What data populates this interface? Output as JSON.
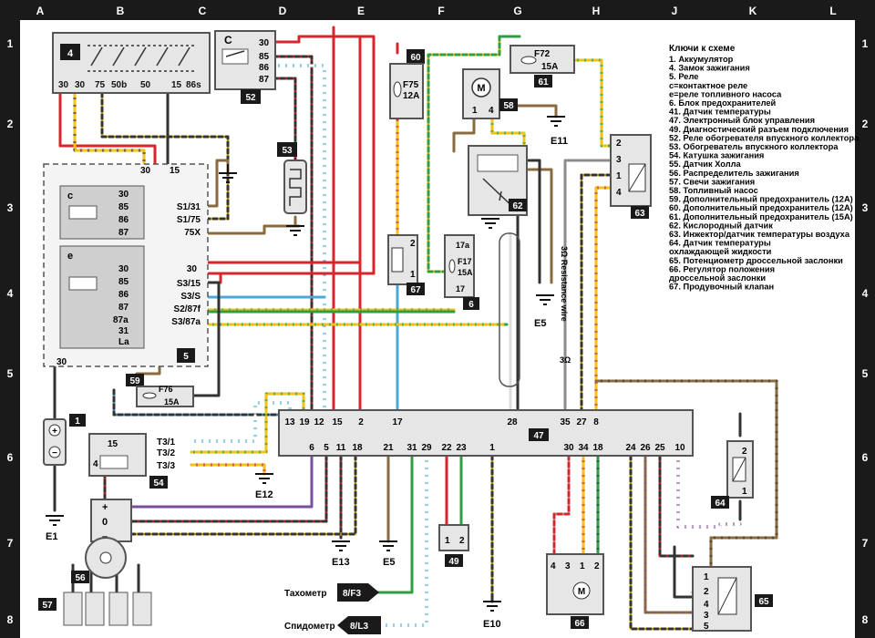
{
  "grid": {
    "columns": [
      "A",
      "B",
      "C",
      "D",
      "E",
      "F",
      "G",
      "H",
      "J",
      "K",
      "L"
    ],
    "rows": [
      "1",
      "2",
      "3",
      "4",
      "5",
      "6",
      "7",
      "8"
    ]
  },
  "legend": {
    "title": "Ключи к схеме",
    "items": [
      "1. Аккумулятор",
      "4. Замок зажигания",
      "5. Реле",
      "c=контактное реле",
      "e=реле топливного насоса",
      "6. Блок предохранителей",
      "41. Датчик температуры",
      "47. Электронный блок управления",
      "49. Диагностический разъем подключения",
      "52. Реле обогревателя впускного коллектора",
      "53. Обогреватель впускного коллектора",
      "54. Катушка зажигания",
      "55. Датчик Холла",
      "56. Распределитель зажигания",
      "57. Свечи зажигания",
      "58. Топливный насос",
      "59. Дополнительный предохранитель (12А)",
      "60. Дополнительный предохранитель (12А)",
      "61. Дополнительный предохранитель (15А)",
      "62. Кислородный датчик",
      "63. Инжектор/датчик температуры воздуха",
      "64. Датчик температуры",
      "охлаждающей жидкости",
      "65. Потенциометр дроссельной заслонки",
      "66. Регулятор положения",
      "дроссельной заслонки",
      "67. Продувочный клапан"
    ]
  },
  "components": {
    "c1": "1",
    "c4": "4",
    "c5": "5",
    "c6": "6",
    "c47": "47",
    "c49": "49",
    "c52": "52",
    "c53": "53",
    "c54": "54",
    "c56": "56",
    "c57": "57",
    "c58": "58",
    "c59": "59",
    "c60": "60",
    "c61": "61",
    "c62": "62",
    "c63": "63",
    "c64": "64",
    "c65": "65",
    "c66": "66",
    "c67": "67"
  },
  "ignition_terminals": [
    "30",
    "30",
    "75",
    "50b",
    "50",
    "15",
    "86s"
  ],
  "relay52_pins": {
    "letter": "C",
    "p30": "30",
    "p85": "85",
    "p86": "86",
    "p87": "87"
  },
  "relay5": {
    "top30": "30",
    "top15": "15",
    "c_letter": "c",
    "c_pins": [
      "30",
      "85",
      "86",
      "87"
    ],
    "e_letter": "e",
    "e_pins": [
      "30",
      "85",
      "86",
      "87",
      "87a",
      "31",
      "La"
    ],
    "right_labels": [
      "S1/31",
      "S1/75",
      "75X",
      "30",
      "S3/15",
      "S3/S",
      "S2/87f",
      "S3/87a"
    ],
    "bottom30": "30"
  },
  "fuses": {
    "f75": {
      "name": "F75",
      "rating": "12A"
    },
    "f72": {
      "name": "F72",
      "rating": "15A"
    },
    "f17": {
      "name": "F17",
      "rating": "15A",
      "pin_top": "17a",
      "pin_bottom": "17"
    },
    "f76": {
      "name": "F76",
      "rating": "15A"
    }
  },
  "ecu_top_pins": [
    "13",
    "19",
    "12",
    "15",
    "2",
    "17",
    "28",
    "35",
    "27",
    "8"
  ],
  "ecu_bottom_pins": [
    "6",
    "5",
    "11",
    "18",
    "21",
    "31",
    "29",
    "22",
    "23",
    "1",
    "30",
    "34",
    "18",
    "24",
    "26",
    "25",
    "10"
  ],
  "grounds": {
    "e1": "E1",
    "e5a": "E5",
    "e5b": "E5",
    "e10": "E10",
    "e11": "E11",
    "e12": "E12",
    "e13": "E13"
  },
  "coil_pins": {
    "top": "15",
    "mid": "4",
    "t31": "T3/1",
    "t32": "T3/2",
    "t33": "T3/3"
  },
  "dist_pins": {
    "plus": "+",
    "zero": "0",
    "minus": "–"
  },
  "misc": {
    "resistance_wire": "3Ω  Resistance wire",
    "three_ohm": "3Ω",
    "pump_pins": [
      "1",
      "4"
    ],
    "p67_pins": [
      "2",
      "1"
    ],
    "p63_pins": [
      "2",
      "3",
      "1",
      "4"
    ],
    "p64_pins": [
      "2",
      "1"
    ],
    "p65_pins": [
      "1",
      "2",
      "4",
      "3",
      "5"
    ],
    "p66_pins": [
      "4",
      "3",
      "1",
      "2"
    ],
    "p49_pins": [
      "1",
      "2"
    ]
  },
  "outputs": {
    "tach_label": "Тахометр",
    "tach_ref": "8/F3",
    "speedo_label": "Спидометр",
    "speedo_ref": "8/L3"
  },
  "colors": {
    "frame": "#1a1a1a",
    "red": "#d8262c",
    "brown": "#8b6a3e",
    "green": "#2e9e45",
    "blue": "#4aa8d8",
    "yellow": "#f2c315",
    "violet": "#7a4f9e",
    "gray": "#8c8c8c",
    "box": "#e6e6e6",
    "box_dark": "#cfcfcf"
  }
}
